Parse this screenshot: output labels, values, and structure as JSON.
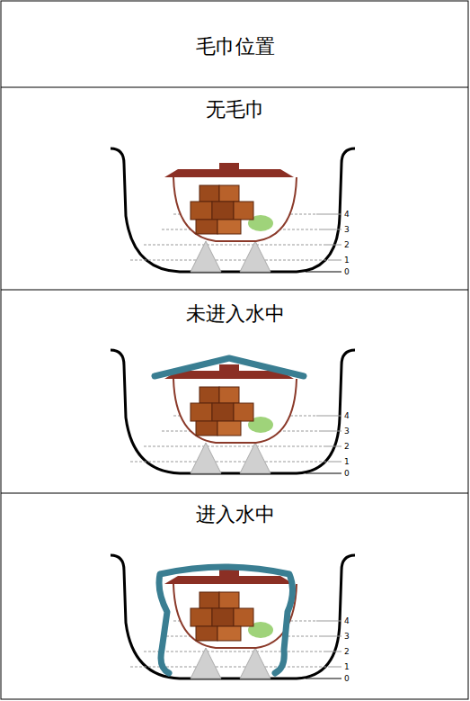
{
  "diagram": {
    "labels": [
      "毛巾位置",
      "无毛巾",
      "4",
      "3",
      "2",
      "1",
      "0",
      "未进入水中",
      "4",
      "3",
      "2",
      "1",
      "0",
      "进入水中",
      "4",
      "3",
      "2",
      "1",
      "0"
    ]
  }
}
